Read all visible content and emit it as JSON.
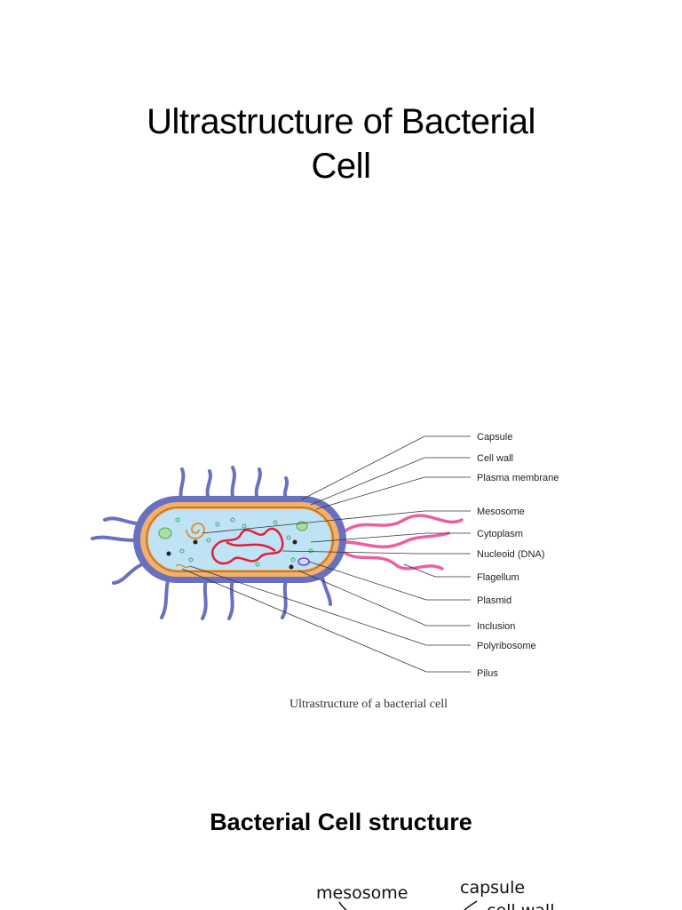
{
  "slide": {
    "title_line1": "Ultrastructure of Bacterial",
    "title_line2": "Cell",
    "section_heading": "Bacterial Cell structure"
  },
  "diagram": {
    "caption": "Ultrastructure of a bacterial cell",
    "labels": {
      "capsule": "Capsule",
      "cell_wall": "Cell wall",
      "plasma_membrane": "Plasma membrane",
      "mesosome": "Mesosome",
      "cytoplasm": "Cytoplasm",
      "nucleoid": "Nucleoid (DNA)",
      "flagellum": "Flagellum",
      "plasmid": "Plasmid",
      "inclusion": "Inclusion",
      "polyribosome": "Polyribosome",
      "pilus": "Pilus"
    },
    "colors": {
      "capsule": "#6a70c0",
      "cell_wall": "#f2b06a",
      "membrane": "#c07a30",
      "cytoplasm": "#bfe3f5",
      "dna": "#e0203a",
      "flagellum": "#ee5fa0"
    }
  },
  "second_figure": {
    "labels": {
      "mesosome": "mesosome",
      "capsule": "capsule",
      "cell_wall": "cell wall"
    }
  }
}
